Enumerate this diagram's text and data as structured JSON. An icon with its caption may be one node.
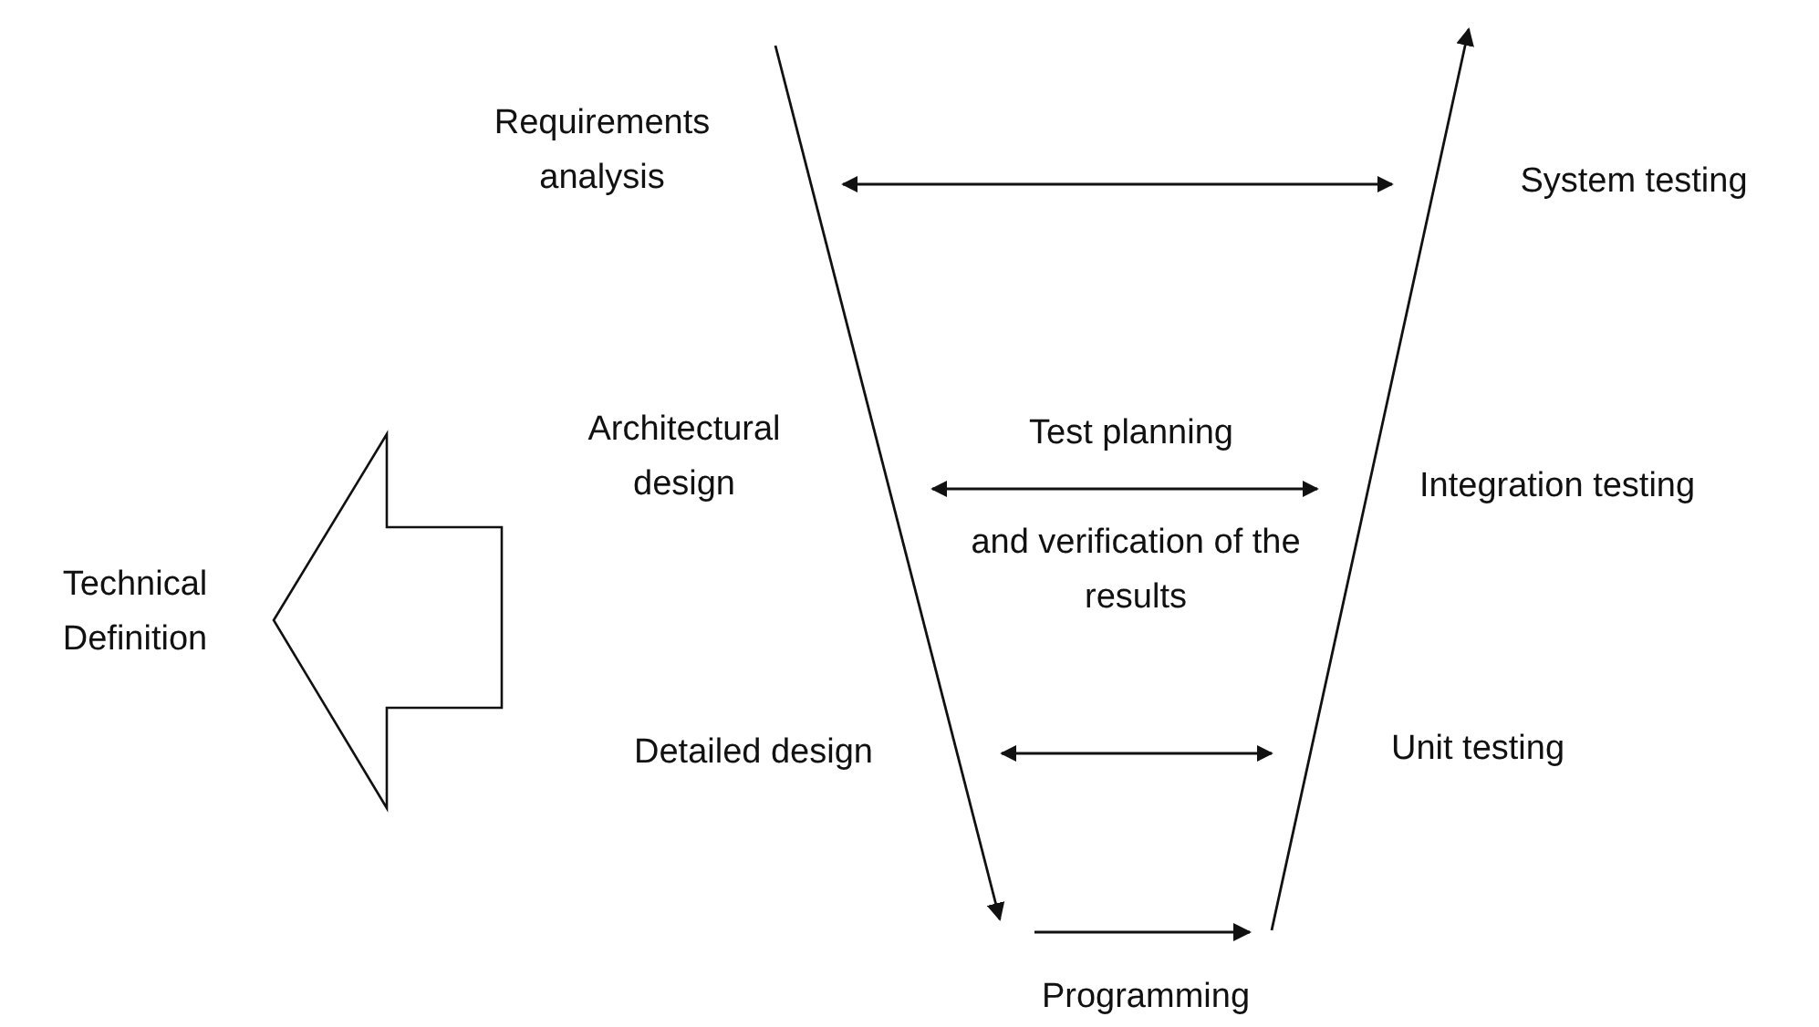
{
  "diagram": {
    "nodes": [
      {
        "text": [
          "Requirements analysis"
        ]
      },
      {
        "text": [
          "System testing"
        ]
      },
      {
        "text": [
          "Architectural design"
        ]
      },
      {
        "text": [
          "Integration testing"
        ]
      },
      {
        "text": [
          "Detailed design"
        ]
      },
      {
        "text": [
          "Unit testing"
        ]
      },
      {
        "text": [],
        "shape": "arrow",
        "beside": [
          "Technical Definition"
        ]
      }
    ],
    "edges": [
      {
        "from": 0,
        "to": 1,
        "arrow": "both"
      },
      {
        "from": 2,
        "to": 3,
        "arrow": "both"
      },
      {
        "from": 4,
        "to": 5,
        "arrow": "both"
      }
    ],
    "labels": [
      "Test planning",
      "and verification of the results",
      "Programming"
    ]
  }
}
